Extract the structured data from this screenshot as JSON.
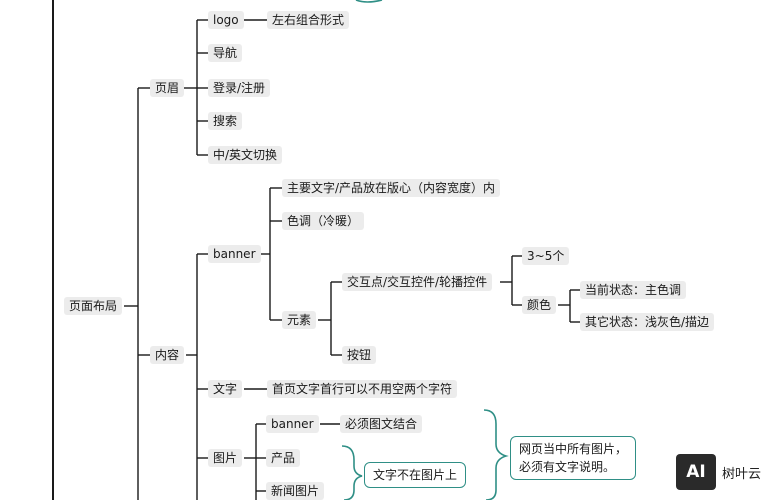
{
  "nodes": {
    "root": "页面布局",
    "header": "页眉",
    "logo": "logo",
    "logo_desc": "左右组合形式",
    "nav": "导航",
    "login": "登录/注册",
    "search": "搜索",
    "lang": "中/英文切换",
    "content": "内容",
    "banner": "banner",
    "banner_text": "主要文字/产品放在版心（内容宽度）内",
    "tone": "色调（冷暖）",
    "elements": "元素",
    "interact": "交互点/交互控件/轮播控件",
    "count": "3~5个",
    "color": "颜色",
    "current": "当前状态：主色调",
    "other": "其它状态：浅灰色/描边",
    "button": "按钮",
    "text": "文字",
    "text_rule": "首页文字首行可以不用空两个字符",
    "image": "图片",
    "img_banner": "banner",
    "img_banner_rule": "必须图文结合",
    "img_product": "产品",
    "img_news": "新闻图片",
    "text_not_on_image": "文字不在图片上"
  },
  "notes": {
    "all_images_line1": "网页当中所有图片，",
    "all_images_line2": "必须有文字说明。"
  },
  "watermark": {
    "logo": "AI",
    "name": "树叶云"
  }
}
